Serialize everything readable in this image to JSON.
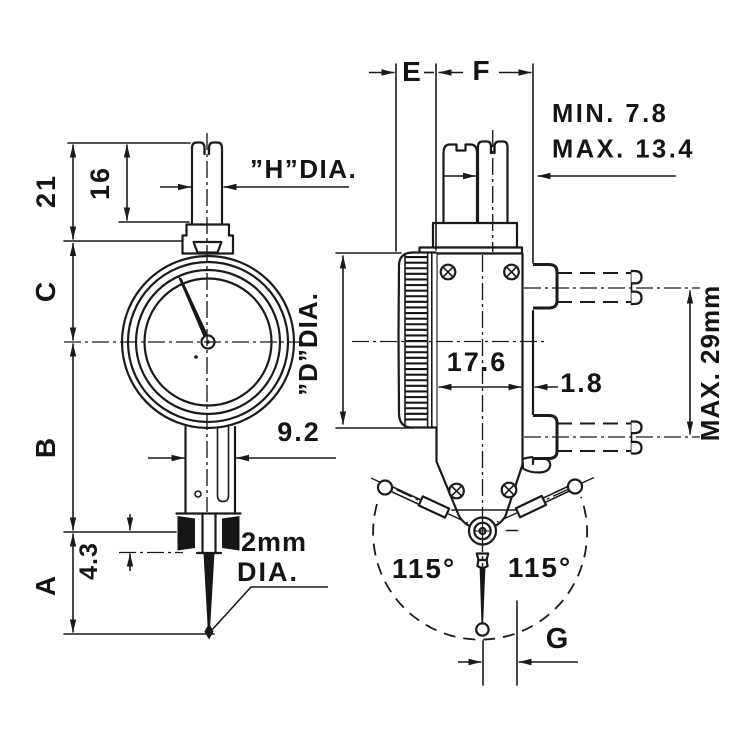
{
  "doc": {
    "type": "technical dimensional drawing - dial test indicator",
    "ink_color": "#1a1a1a",
    "paper_color": "#ffffff"
  },
  "front_view": {
    "total_height": "21",
    "stem_exposed": "16",
    "dim_c": "C",
    "dim_b": "B",
    "dim_a": "A",
    "clamp_height": "4.3",
    "shank_width": "9.2",
    "stem_dia": "”H”DIA.",
    "tip_dia_line1": "2mm",
    "tip_dia_line2": "DIA."
  },
  "side_view": {
    "dim_e": "E",
    "dim_f": "F",
    "stem_grip_min": "MIN.  7.8",
    "stem_grip_max": "MAX. 13.4",
    "dial_dia": "”D”DIA.",
    "body_depth": "17.6",
    "plate_thickness": "1.8",
    "stud_span": "MAX. 29mm",
    "swing_angle_left": "115°",
    "swing_angle_right": "115°",
    "dim_g": "G"
  }
}
